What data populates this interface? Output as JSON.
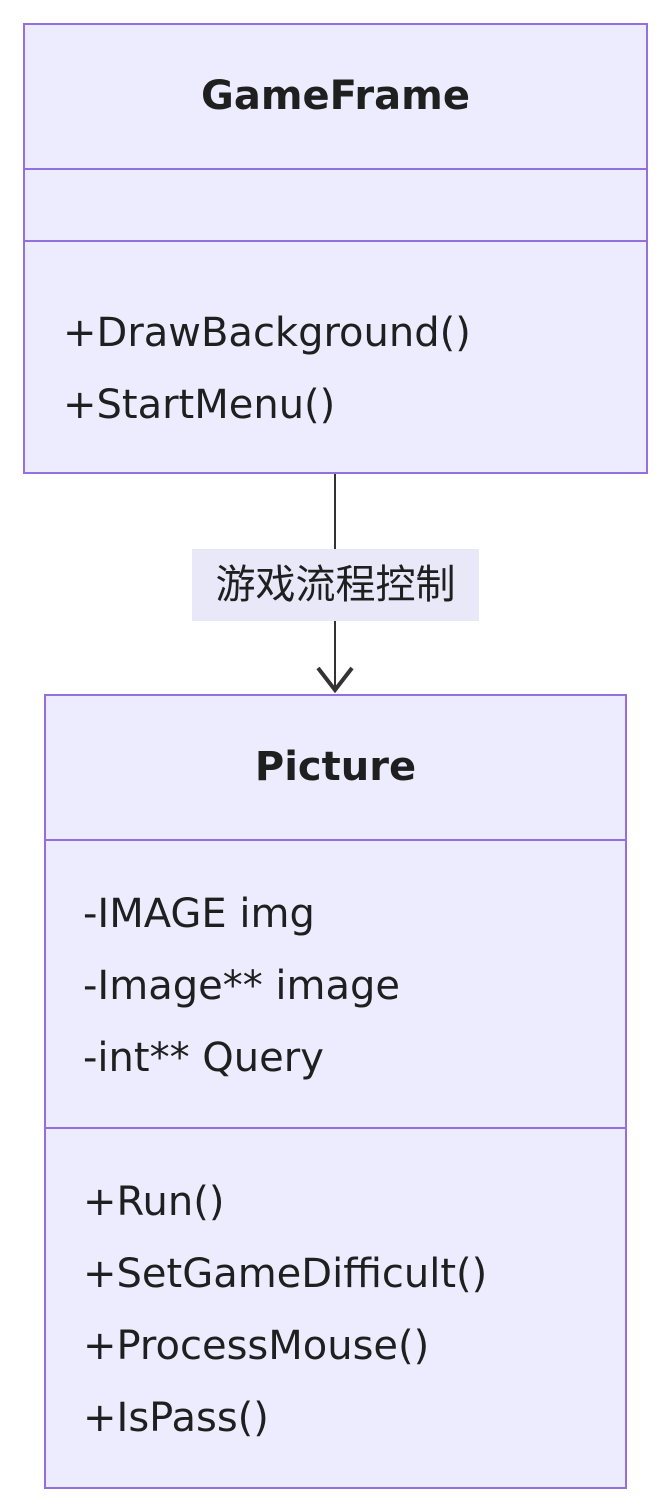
{
  "classes": [
    {
      "name": "GameFrame",
      "attributes": [],
      "methods": [
        "+DrawBackground()",
        "+StartMenu()"
      ]
    },
    {
      "name": "Picture",
      "attributes": [
        "-IMAGE img",
        "-Image** image",
        "-int** Query"
      ],
      "methods": [
        "+Run()",
        "+SetGameDifficult()",
        "+ProcessMouse()",
        "+IsPass()"
      ]
    }
  ],
  "relation": {
    "label": "游戏流程控制"
  },
  "colors": {
    "box_fill": "#ececfe",
    "box_border": "#9370db",
    "text": "#1f1f1f",
    "label_bg": "#e8e8f8",
    "edge": "#333333"
  }
}
